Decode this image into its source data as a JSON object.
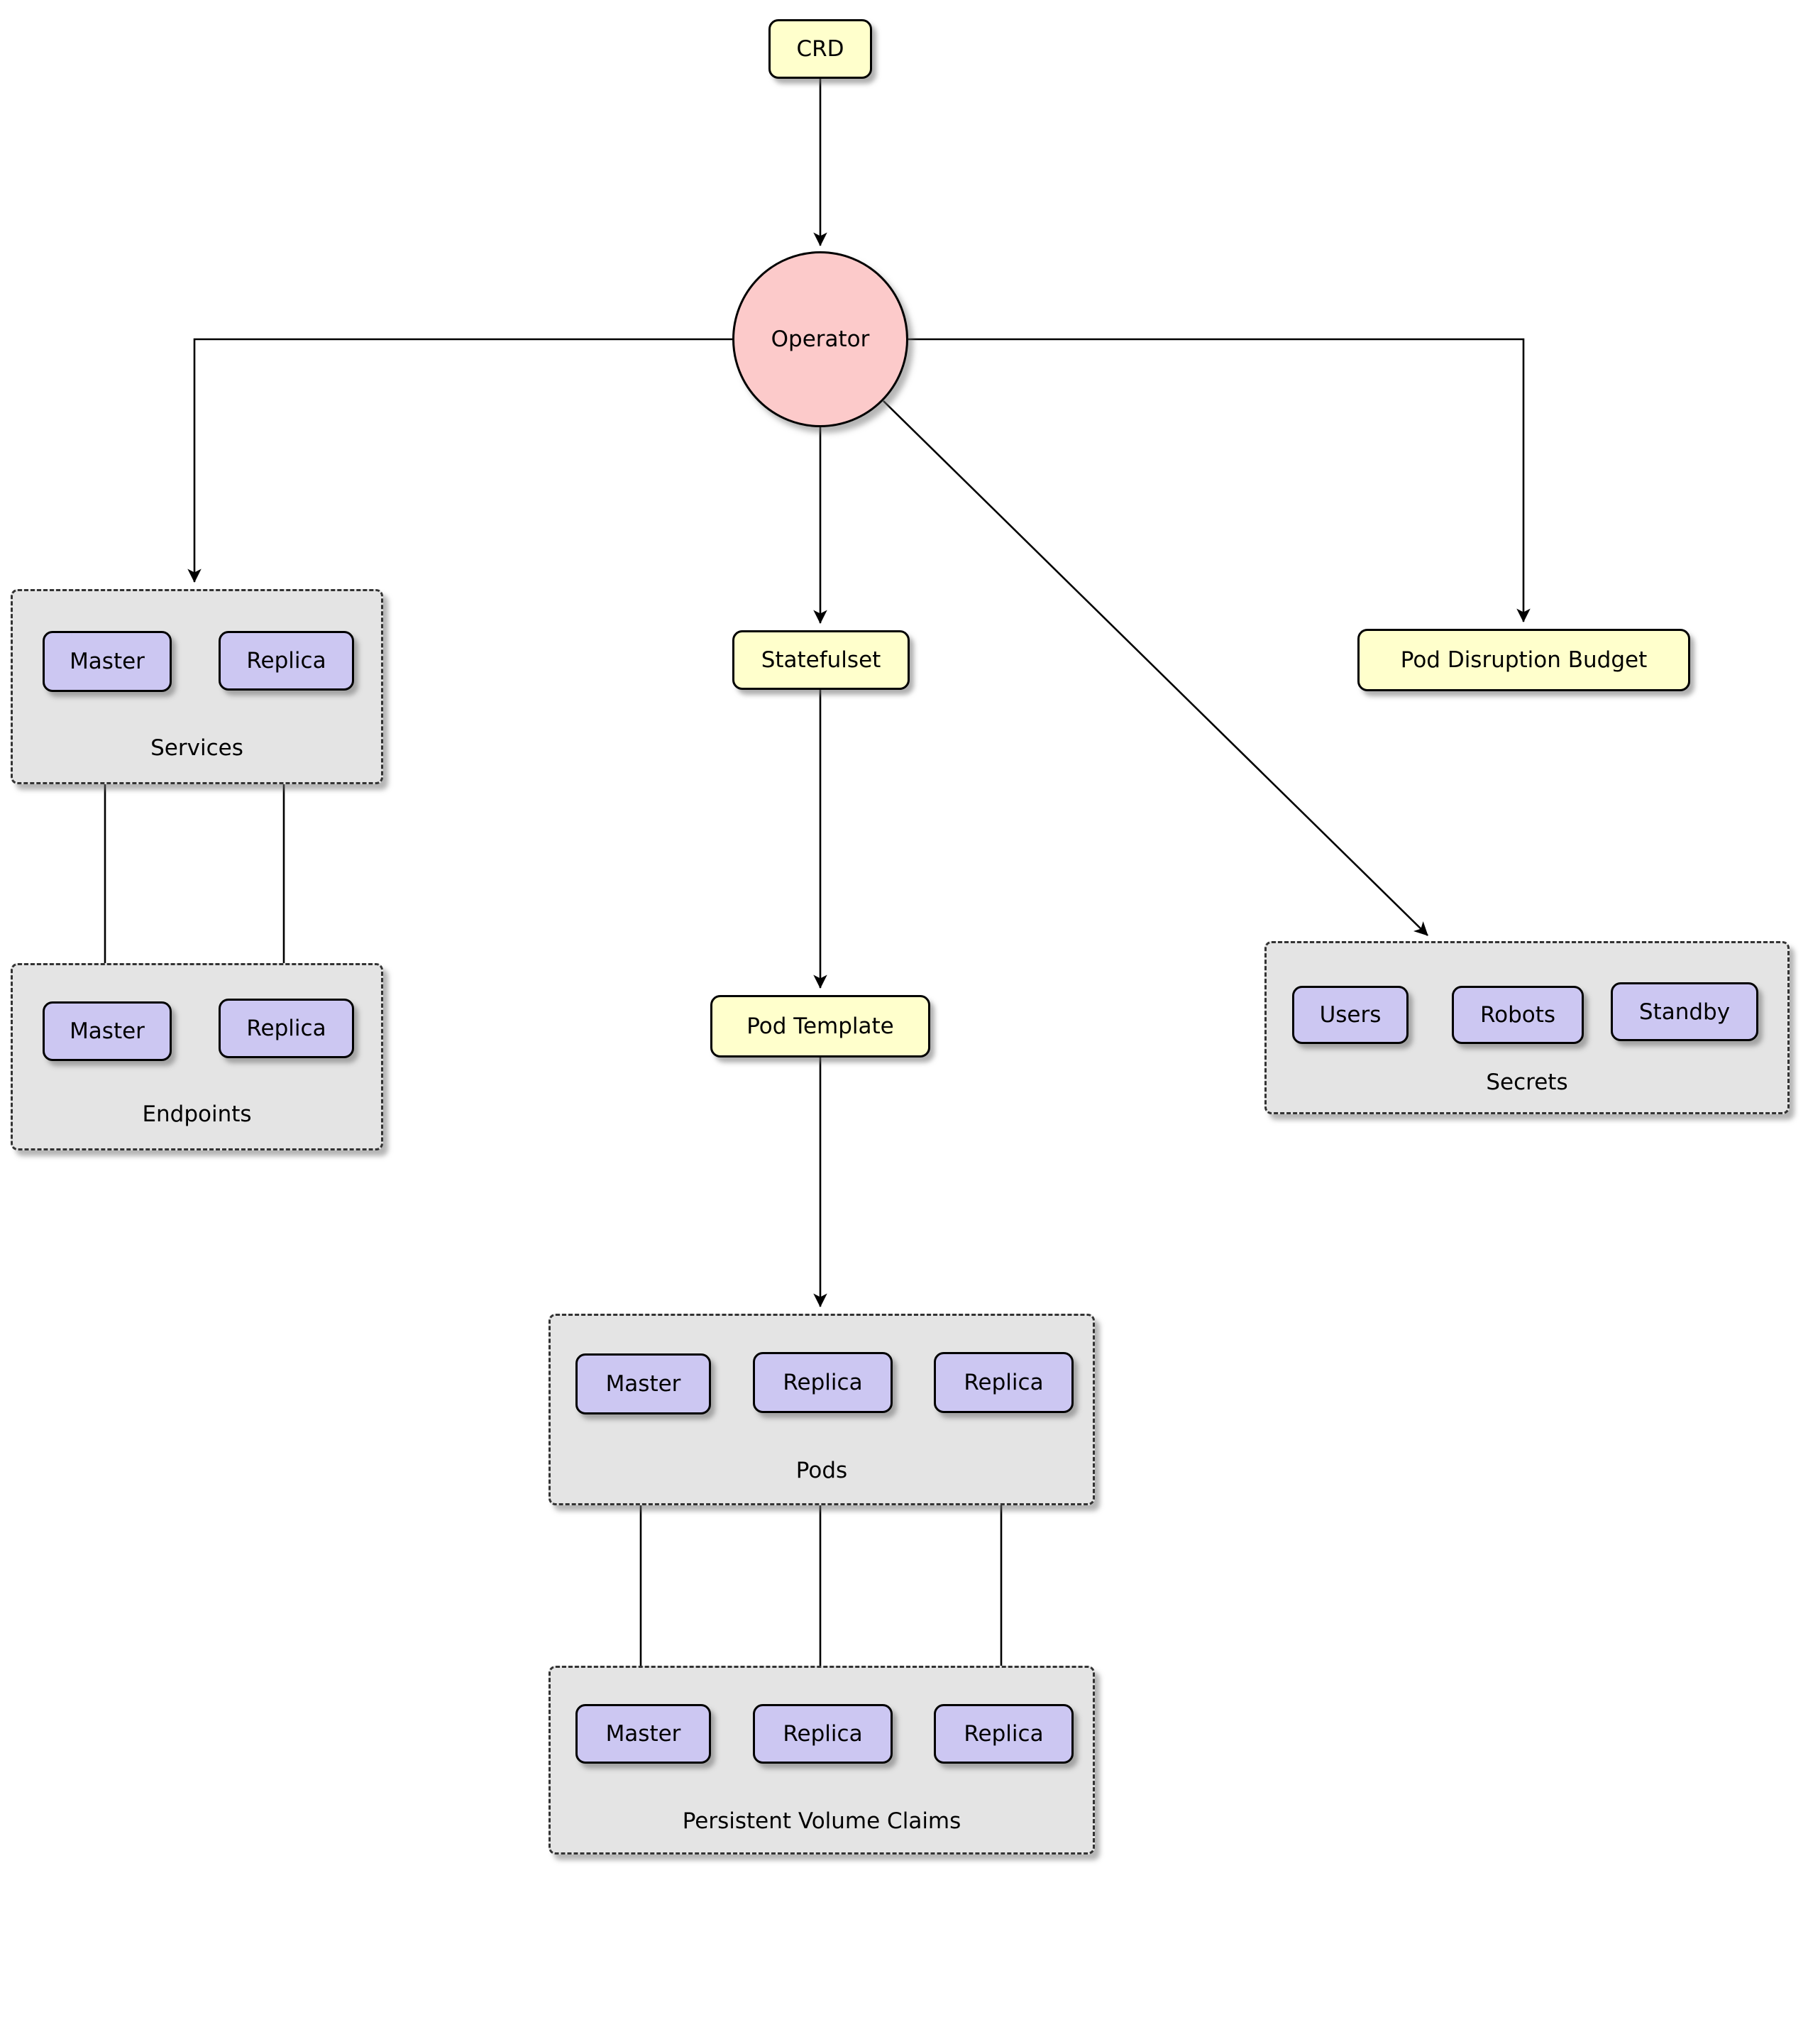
{
  "diagram": {
    "crd": {
      "label": "CRD"
    },
    "operator": {
      "label": "Operator"
    },
    "statefulset": {
      "label": "Statefulset"
    },
    "pod_template": {
      "label": "Pod Template"
    },
    "pod_disruption_budget": {
      "label": "Pod Disruption Budget"
    },
    "services": {
      "label": "Services",
      "nodes": [
        "Master",
        "Replica"
      ]
    },
    "endpoints": {
      "label": "Endpoints",
      "nodes": [
        "Master",
        "Replica"
      ]
    },
    "secrets": {
      "label": "Secrets",
      "nodes": [
        "Users",
        "Robots",
        "Standby"
      ]
    },
    "pods": {
      "label": "Pods",
      "nodes": [
        "Master",
        "Replica",
        "Replica"
      ]
    },
    "persistent_volume_claims": {
      "label": "Persistent Volume Claims",
      "nodes": [
        "Master",
        "Replica",
        "Replica"
      ]
    },
    "colors": {
      "yellow_node_fill": "#ffffcc",
      "purple_node_fill": "#ccc7f2",
      "operator_fill": "#fccaca",
      "group_fill": "#e4e4e4",
      "border": "#000000",
      "arrow": "#000000"
    }
  }
}
